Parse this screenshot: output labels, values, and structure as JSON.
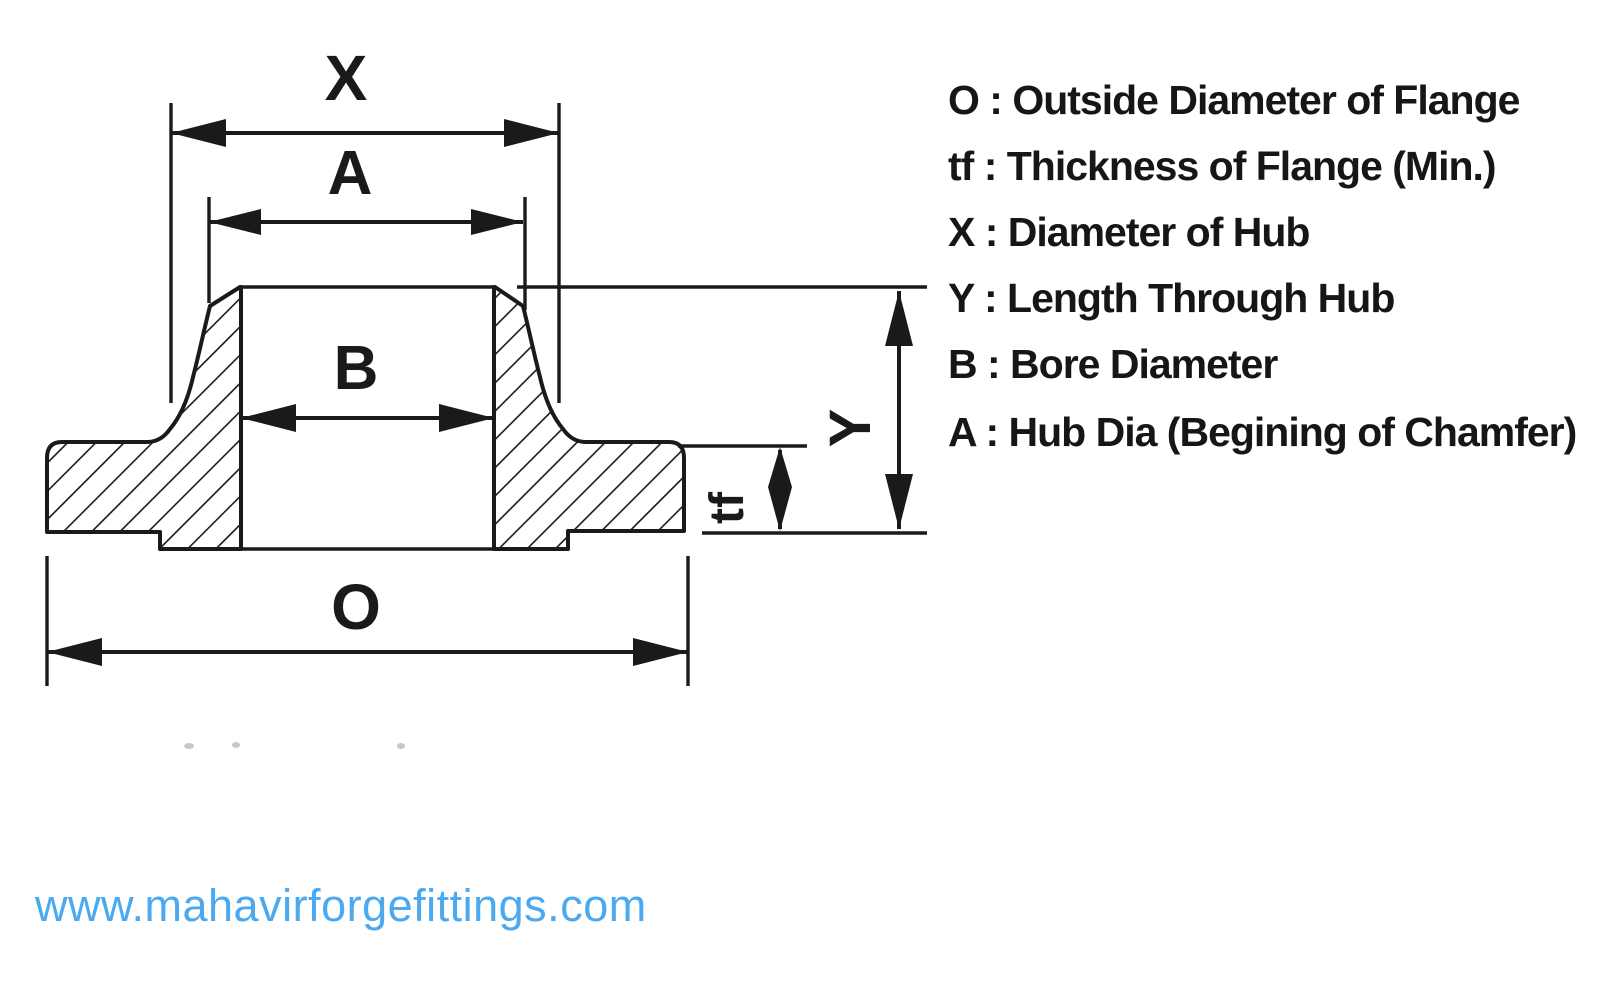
{
  "diagram": {
    "labels": {
      "x": "X",
      "a": "A",
      "b": "B",
      "o": "O",
      "y": "Y",
      "tf": "tf"
    }
  },
  "legend": {
    "items": [
      {
        "term": "O",
        "description": "Outside Diameter of Flange",
        "text": "O : Outside Diameter of Flange"
      },
      {
        "term": "tf",
        "description": "Thickness of Flange (Min.)",
        "text": "tf : Thickness of Flange (Min.)"
      },
      {
        "term": "X",
        "description": "Diameter of Hub",
        "text": "X : Diameter of Hub"
      },
      {
        "term": "Y",
        "description": "Length Through Hub",
        "text": "Y : Length Through Hub"
      },
      {
        "term": "B",
        "description": "Bore Diameter",
        "text": "B : Bore Diameter"
      },
      {
        "term": "A",
        "description": "Hub Dia (Begining of Chamfer)",
        "text": "A : Hub Dia (Begining of Chamfer)"
      }
    ]
  },
  "footer": {
    "url": "www.mahavirforgefittings.com"
  },
  "colors": {
    "line": "#1a1a1a",
    "link": "#4aa9f0",
    "background": "#ffffff"
  }
}
